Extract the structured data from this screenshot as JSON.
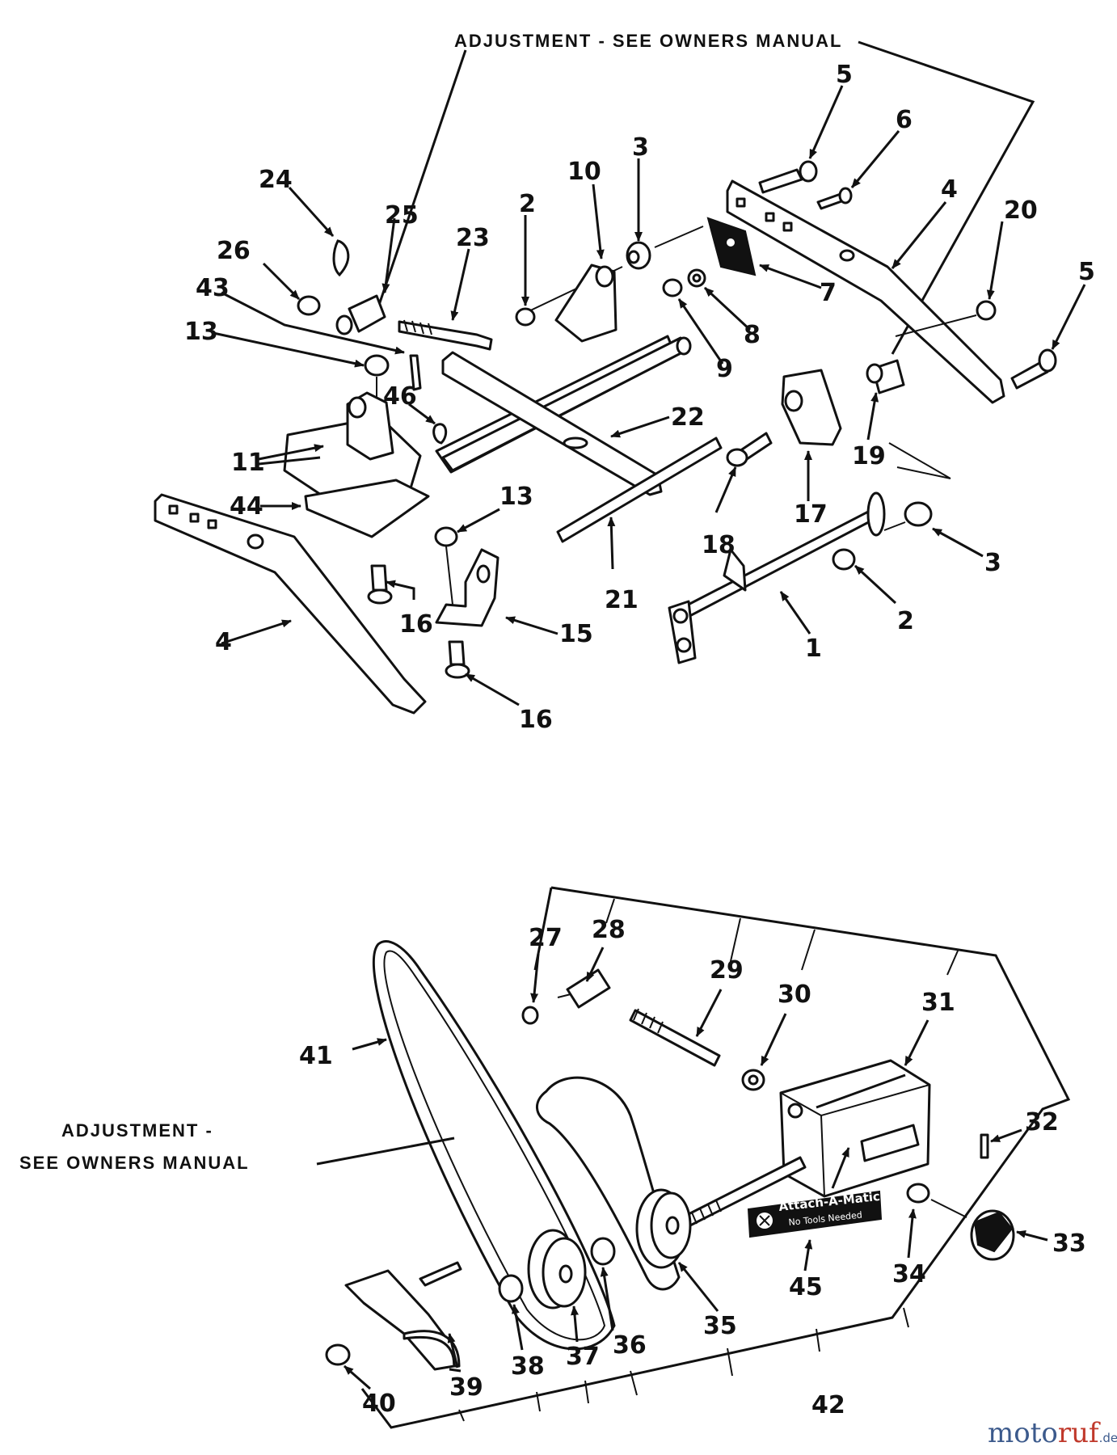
{
  "captions": {
    "top": "ADJUSTMENT - SEE OWNERS MANUAL",
    "bottom_line1": "ADJUSTMENT -",
    "bottom_line2": "SEE OWNERS MANUAL"
  },
  "badge": {
    "line1": "Attach-A-Matic",
    "line2": "No Tools Needed"
  },
  "watermark": {
    "part1": "moto",
    "part2": "ruf",
    "suffix": ".de"
  },
  "labels": {
    "l1": "1",
    "l2a": "2",
    "l2b": "2",
    "l3a": "3",
    "l3b": "3",
    "l4a": "4",
    "l4b": "4",
    "l5a": "5",
    "l5b": "5",
    "l6": "6",
    "l7": "7",
    "l8": "8",
    "l9": "9",
    "l10": "10",
    "l11": "11",
    "l13a": "13",
    "l13b": "13",
    "l15": "15",
    "l16a": "16",
    "l16b": "16",
    "l17": "17",
    "l18": "18",
    "l19": "19",
    "l20": "20",
    "l21": "21",
    "l22": "22",
    "l23": "23",
    "l24": "24",
    "l25": "25",
    "l26": "26",
    "l43": "43",
    "l44": "44",
    "l46": "46",
    "l27": "27",
    "l28": "28",
    "l29": "29",
    "l30": "30",
    "l31": "31",
    "l32": "32",
    "l33": "33",
    "l34": "34",
    "l35": "35",
    "l36": "36",
    "l37": "37",
    "l38": "38",
    "l39": "39",
    "l40": "40",
    "l41": "41",
    "l42": "42",
    "l45": "45"
  }
}
